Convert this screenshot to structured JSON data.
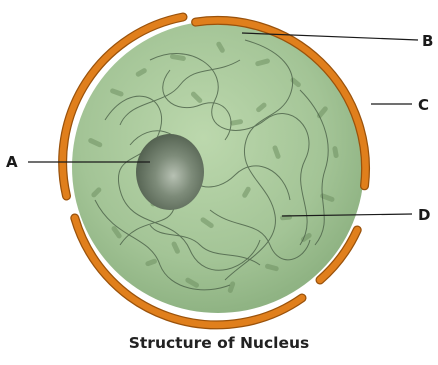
{
  "labels": {
    "a": "A",
    "b": "B",
    "c": "C",
    "d": "D"
  },
  "caption": "Structure of Nucleus",
  "colors": {
    "envelope": "#e07f1c",
    "envelope_edge": "#9a520b",
    "nucleoplasm": "#a9c99b",
    "nucleolus": "#5f6f5c",
    "chromatin": "#4a5f47",
    "leader_line": "#1a1a1a"
  }
}
